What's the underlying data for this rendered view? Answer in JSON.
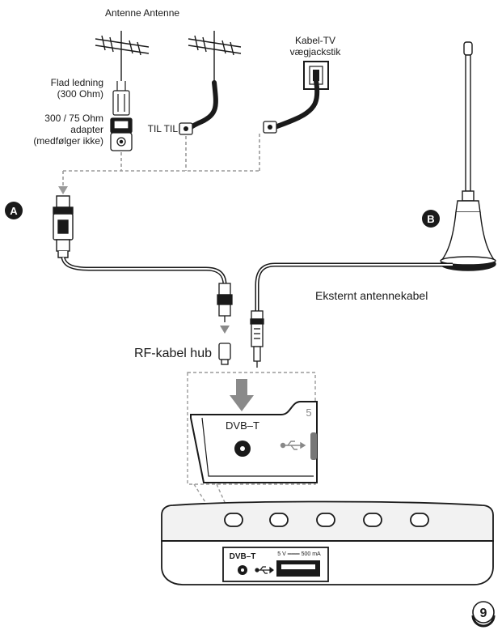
{
  "labels": {
    "antenna_header": "Antenne Antenne",
    "flat_cable_1": "Flad ledning",
    "flat_cable_2": "(300 Ohm)",
    "adapter_1": "300 / 75 Ohm",
    "adapter_2": "adapter",
    "adapter_3": "(medfølger ikke)",
    "cable_tv_1": "Kabel-TV",
    "cable_tv_2": "vægjackstik",
    "til": "TIL TIL",
    "marker_a": "A",
    "marker_b": "B",
    "external_antenna_cable": "Eksternt antennekabel",
    "rf_hub": "RF-kabel hub",
    "dvbt_zoom": "DVB–T",
    "dvbt_device": "DVB–T",
    "port_number": "5",
    "usb_spec": "5 V ═══ 500 mA",
    "page_number": "9"
  },
  "colors": {
    "line": "#1a1a1a",
    "dashed": "#9a9a9a",
    "arrow": "#8a8a8a",
    "device_fill": "#f2f2f2"
  }
}
